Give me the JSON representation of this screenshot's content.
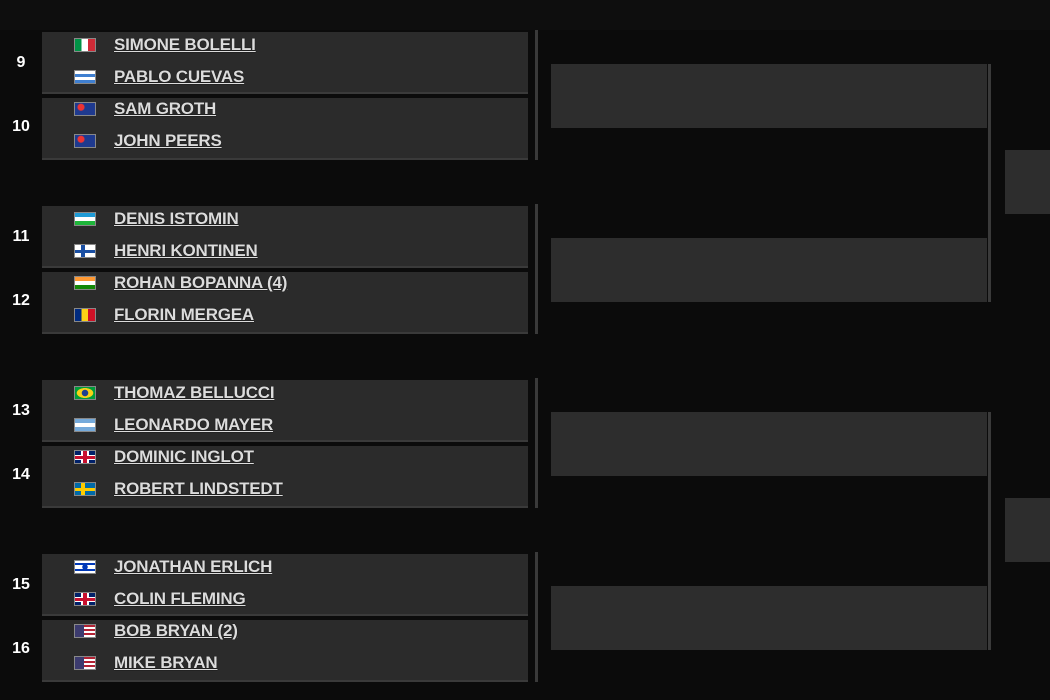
{
  "matches": [
    {
      "seed_a": "9",
      "seed_b": "10",
      "players": [
        {
          "name": "SIMONE BOLELLI",
          "flag": "italy-flag"
        },
        {
          "name": "PABLO CUEVAS",
          "flag": "uruguay-flag"
        },
        {
          "name": "SAM GROTH",
          "flag": "australia-flag"
        },
        {
          "name": "JOHN PEERS",
          "flag": "australia-flag"
        }
      ]
    },
    {
      "seed_a": "11",
      "seed_b": "12",
      "players": [
        {
          "name": "DENIS ISTOMIN",
          "flag": "uzbekistan-flag"
        },
        {
          "name": "HENRI KONTINEN",
          "flag": "finland-flag"
        },
        {
          "name": "ROHAN BOPANNA (4)",
          "flag": "india-flag"
        },
        {
          "name": "FLORIN MERGEA",
          "flag": "romania-flag"
        }
      ]
    },
    {
      "seed_a": "13",
      "seed_b": "14",
      "players": [
        {
          "name": "THOMAZ BELLUCCI",
          "flag": "brazil-flag"
        },
        {
          "name": "LEONARDO MAYER",
          "flag": "argentina-flag"
        },
        {
          "name": "DOMINIC INGLOT",
          "flag": "uk-flag"
        },
        {
          "name": "ROBERT LINDSTEDT",
          "flag": "sweden-flag"
        }
      ]
    },
    {
      "seed_a": "15",
      "seed_b": "16",
      "players": [
        {
          "name": "JONATHAN ERLICH",
          "flag": "israel-flag"
        },
        {
          "name": "COLIN FLEMING",
          "flag": "uk-flag"
        },
        {
          "name": "BOB BRYAN (2)",
          "flag": "usa-flag"
        },
        {
          "name": "MIKE BRYAN",
          "flag": "usa-flag"
        }
      ]
    }
  ],
  "colors": {
    "background": "#0b0b0b",
    "cell": "#2b2b2b",
    "text": "#dcdcdc"
  }
}
